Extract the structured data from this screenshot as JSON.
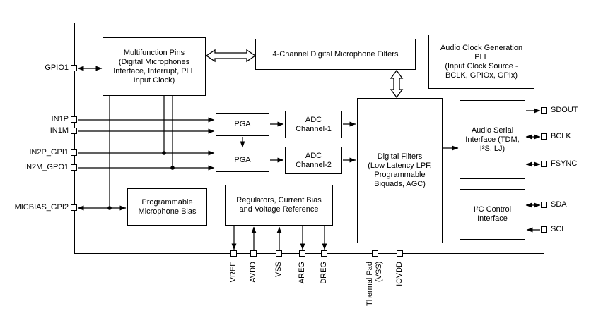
{
  "blocks": {
    "multifunction_pins": "Multifunction Pins\n(Digital Microphones\nInterface, Interrupt, PLL\nInput Clock)",
    "dmic_filters": "4-Channel Digital Microphone Filters",
    "audio_clock_pll": "Audio Clock Generation\nPLL\n(Input Clock Source -\nBCLK, GPIOx, GPIx)",
    "pga1": "PGA",
    "adc1": "ADC\nChannel-1",
    "pga2": "PGA",
    "adc2": "ADC\nChannel-2",
    "digital_filters": "Digital Filters\n(Low Latency LPF,\nProgrammable\nBiquads, AGC)",
    "audio_serial_interface": "Audio Serial\nInterface (TDM,\nI²S, LJ)",
    "i2c_interface": "I²C Control\nInterface",
    "mic_bias": "Programmable\nMicrophone Bias",
    "regulators": "Regulators, Current Bias\nand Voltage Reference"
  },
  "pins": {
    "left": [
      "GPIO1",
      "IN1P",
      "IN1M",
      "IN2P_GPI1",
      "IN2M_GPO1",
      "MICBIAS_GPI2"
    ],
    "right": [
      "SDOUT",
      "BCLK",
      "FSYNC",
      "SDA",
      "SCL"
    ],
    "bottom": [
      "VREF",
      "AVDD",
      "VSS",
      "AREG",
      "DREG",
      "Thermal Pad\n(VSS)",
      "IOVDD"
    ]
  },
  "colors": {
    "line": "#000000",
    "background": "#ffffff"
  }
}
